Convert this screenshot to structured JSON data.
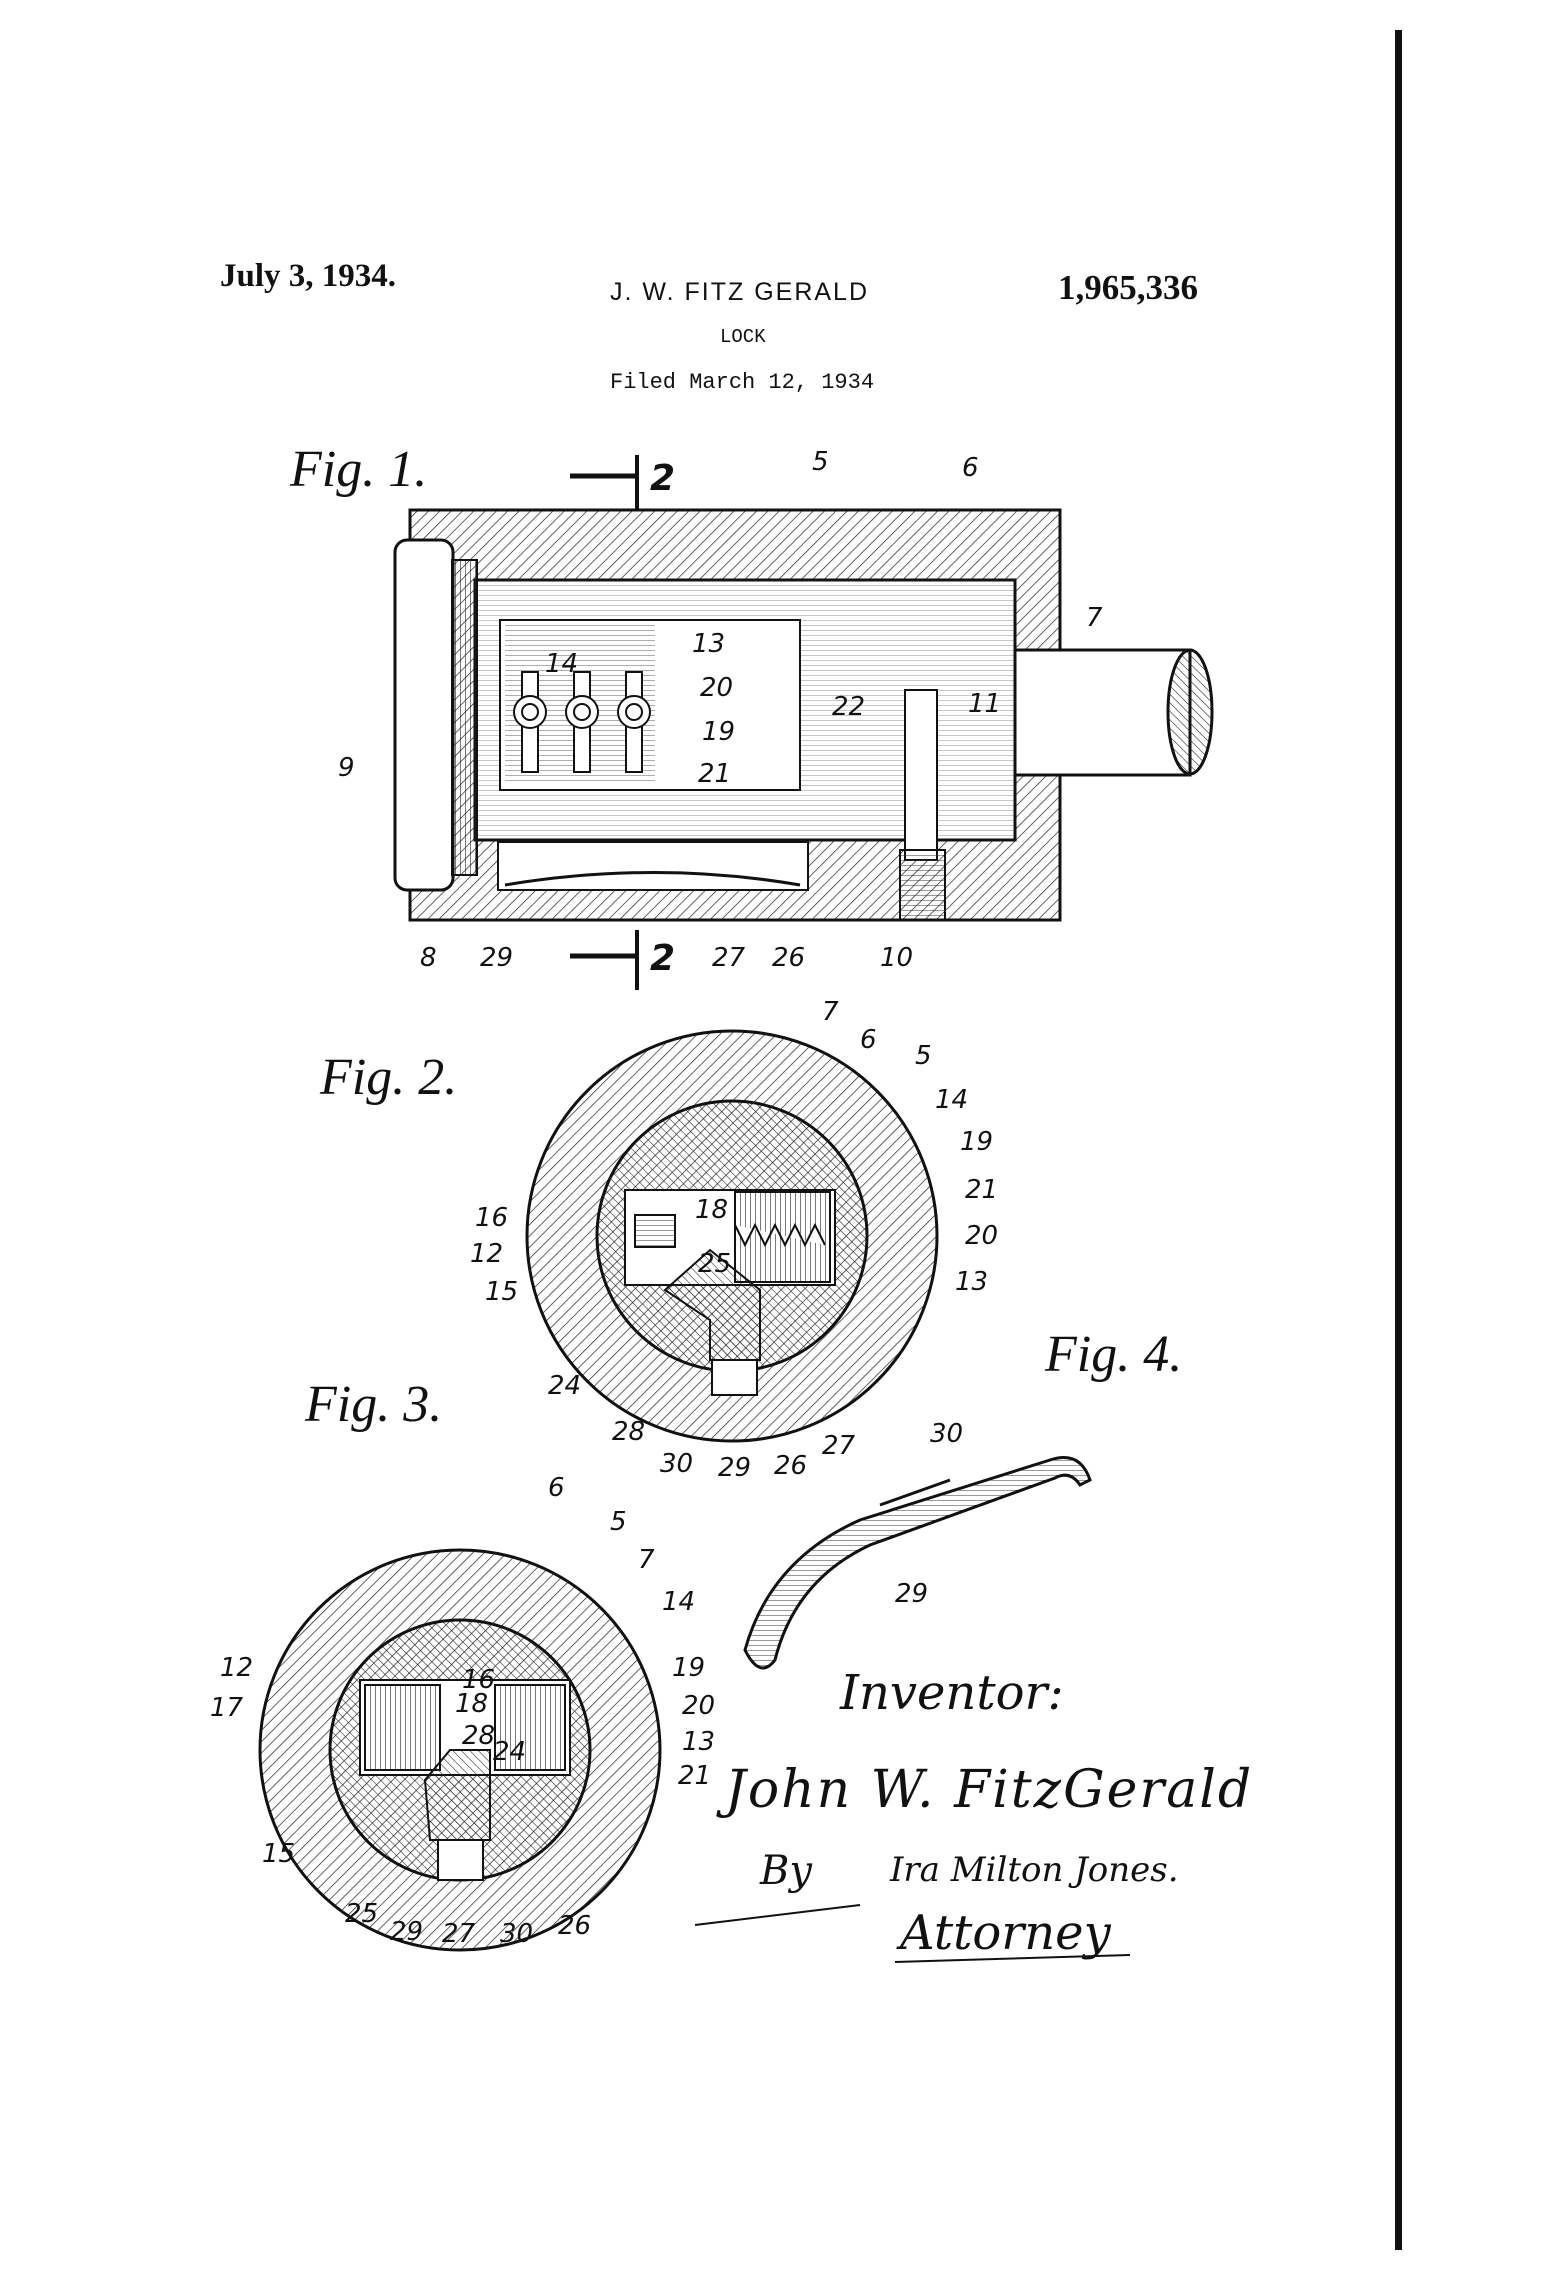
{
  "header": {
    "date": "July 3, 1934.",
    "inventor": "J. W. FITZ GERALD",
    "patent_number": "1,965,336",
    "title": "LOCK",
    "filed": "Filed March 12, 1934"
  },
  "figures": {
    "fig1": "Fig. 1.",
    "fig2": "Fig. 2.",
    "fig3": "Fig. 3.",
    "fig4": "Fig. 4.",
    "section_mark": "2"
  },
  "reference_numerals": {
    "fig1": [
      "5",
      "6",
      "7",
      "9",
      "14",
      "13",
      "20",
      "19",
      "22",
      "11",
      "21",
      "8",
      "29",
      "27",
      "26",
      "10"
    ],
    "fig2": [
      "7",
      "6",
      "5",
      "14",
      "19",
      "21",
      "20",
      "13",
      "16",
      "12",
      "15",
      "18",
      "25",
      "24",
      "28",
      "30",
      "29",
      "26",
      "27"
    ],
    "fig3": [
      "6",
      "5",
      "7",
      "14",
      "12",
      "17",
      "16",
      "18",
      "19",
      "20",
      "13",
      "28",
      "24",
      "21",
      "15",
      "25",
      "29",
      "27",
      "30",
      "26"
    ],
    "fig4": [
      "30",
      "29"
    ]
  },
  "signature": {
    "inventor_label": "Inventor:",
    "inventor_name": "John W. FitzGerald",
    "by": "By",
    "attorney_signature": "Ira Milton Jones.",
    "attorney_label": "Attorney"
  }
}
